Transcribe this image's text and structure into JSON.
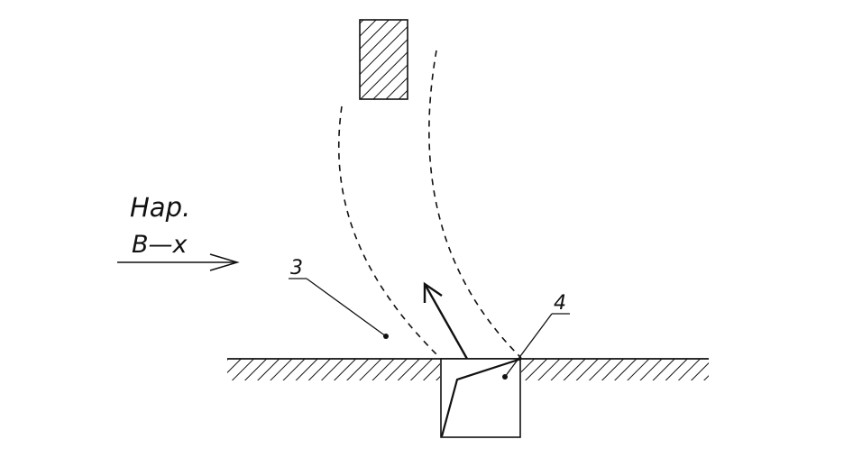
{
  "labels": {
    "direction_line1": "Нар.",
    "direction_line2": "В—х",
    "callout_3": "3",
    "callout_4": "4"
  },
  "colors": {
    "ink": "#111111",
    "background": "#ffffff"
  }
}
